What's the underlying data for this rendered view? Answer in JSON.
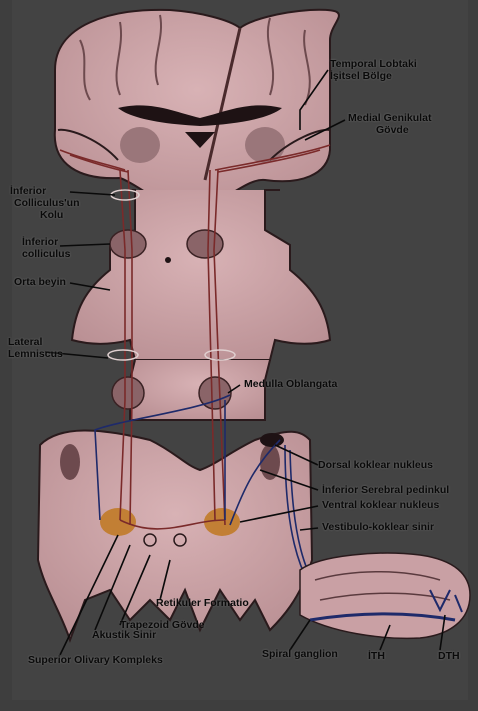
{
  "labels": {
    "temporal": [
      "Temporal Lobtaki",
      "İşitsel Bölge"
    ],
    "medial_genikulat": [
      "Medial Genikulat",
      "Gövde"
    ],
    "inferior_colliculus_kolu": [
      "İnferior",
      "Colliculus'un",
      "Kolu"
    ],
    "inferior_colliculus": [
      "İnferior",
      "colliculus"
    ],
    "orta_beyin": "Orta beyin",
    "lateral_lemniscus": [
      "Lateral",
      "Lemniscus"
    ],
    "medulla": "Medulla Oblangata",
    "dorsal_koklear": "Dorsal koklear nukleus",
    "inferior_serebral": "İnferior Serebral pedinkul",
    "ventral_koklear": "Ventral koklear nukleus",
    "vestibulo": "Vestibulo-koklear sinir",
    "retikuler": "Retikuler Formatio",
    "trapezoid": "Trapezoid Gövde",
    "akustik": "Akustik Sinir",
    "superior_olivary": "Superior Olivary Kompleks",
    "spiral_ganglion": "Spiral ganglion",
    "ith": "İTH",
    "dth": "DTH"
  },
  "colors": {
    "background": "#3e3e3e",
    "tissue": "#c9a0a4",
    "tissue_dark": "#8a6468",
    "pathway_red": "#7a2a2a",
    "pathway_blue": "#1e2a6a",
    "nucleus_orange": "#c07820",
    "label_text": "#0a0a0a"
  }
}
